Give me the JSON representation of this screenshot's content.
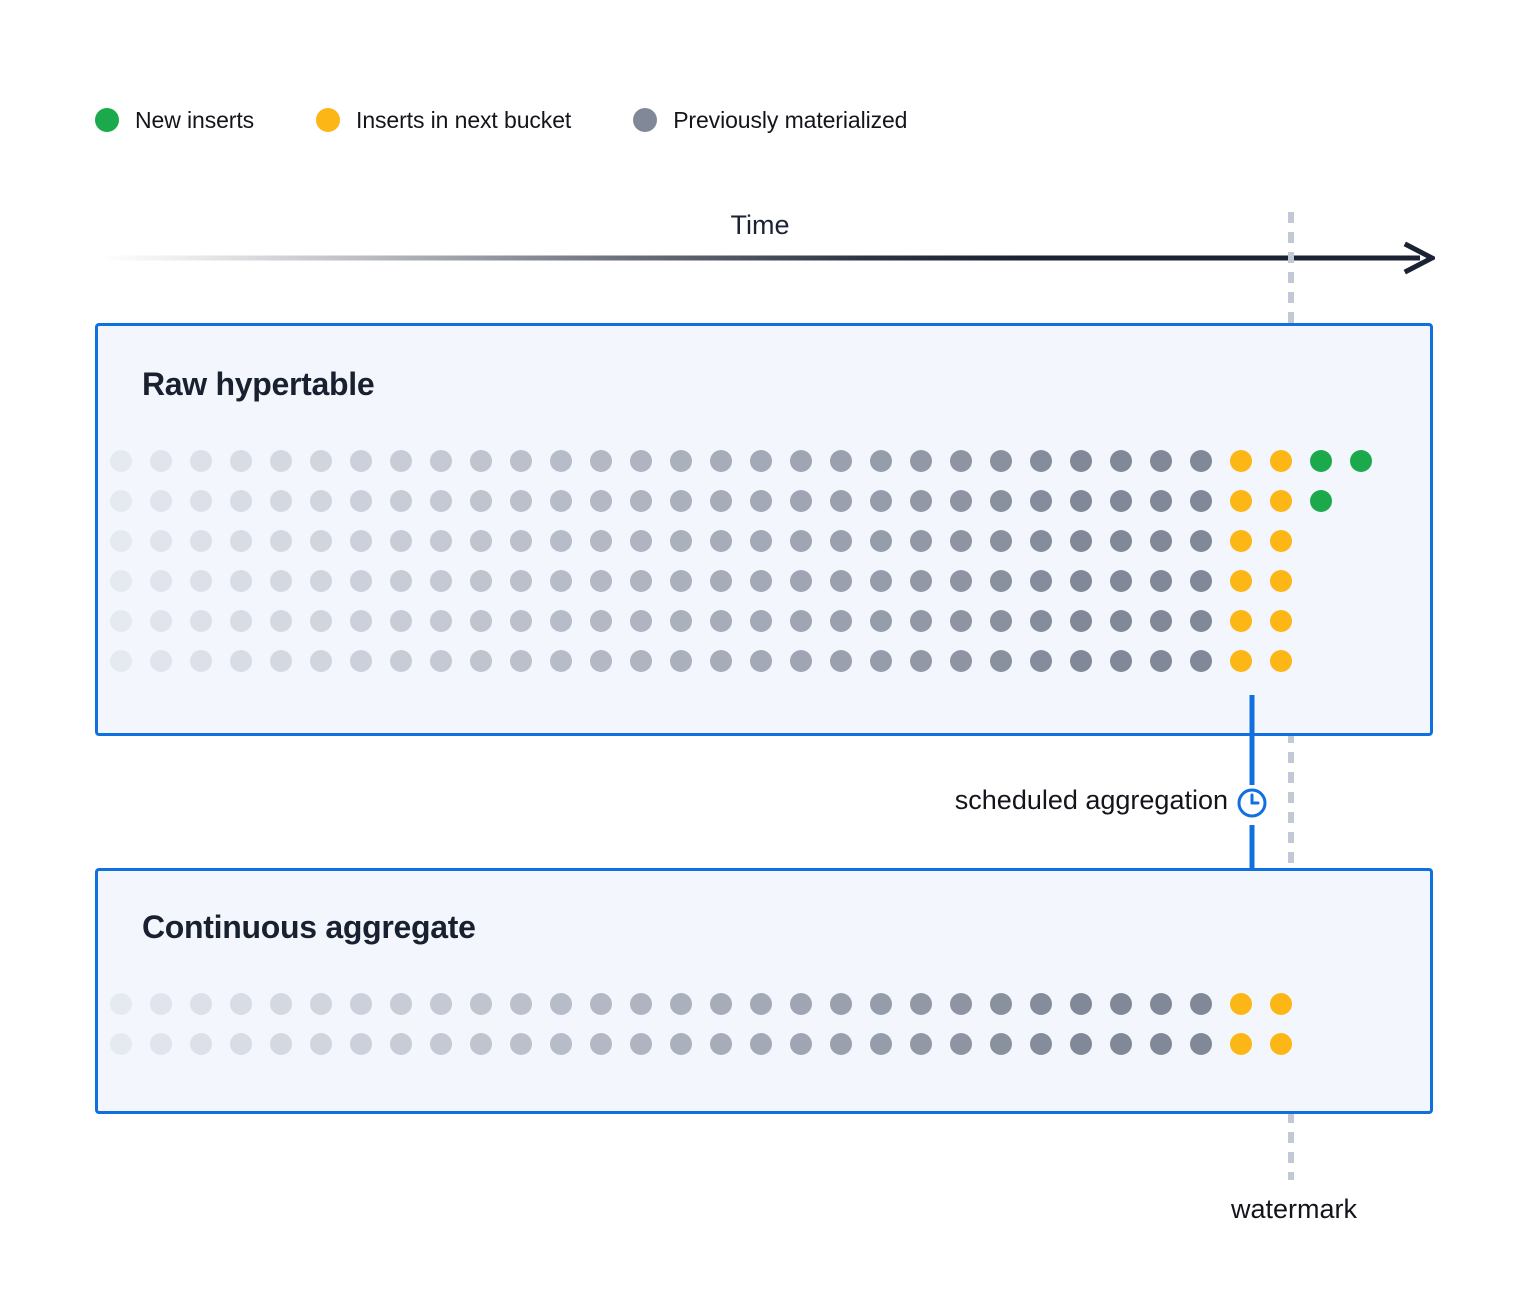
{
  "legend": {
    "items": [
      {
        "label": "New inserts",
        "color": "#1ba94c",
        "icon": "green-dot-icon"
      },
      {
        "label": "Inserts in next bucket",
        "color": "#fcb716",
        "icon": "orange-dot-icon"
      },
      {
        "label": "Previously materialized",
        "color": "#818897",
        "icon": "gray-dot-icon"
      }
    ]
  },
  "axis": {
    "time_label": "Time",
    "arrow_color": "#1a2233"
  },
  "watermark": {
    "label": "watermark",
    "line_color": "#c3c9d4"
  },
  "panels": [
    {
      "id": "raw",
      "title": "Raw hypertable",
      "border_color": "#1070e0",
      "fill_color": "#f3f6fd"
    },
    {
      "id": "cagg",
      "title": "Continuous aggregate",
      "border_color": "#1070e0",
      "fill_color": "#f3f6fd"
    }
  ],
  "aggregation": {
    "label": "scheduled aggregation",
    "icon": "clock-icon",
    "arrow_color": "#1070e0"
  },
  "chart_data": {
    "type": "scatter",
    "title": "Continuous aggregate materialization with watermark",
    "xlabel": "Time",
    "ylabel": "",
    "grid": false,
    "legend_position": "top-left",
    "colors": {
      "new_inserts": "#1ba94c",
      "next_bucket": "#fcb716",
      "materialized": "#818897"
    },
    "geometry": {
      "dot_diameter": 22,
      "col_spacing": 40,
      "row_spacing": 40,
      "first_col_x": 118,
      "watermark_x": 1291
    },
    "series": [
      {
        "name": "Raw hypertable",
        "rows": 6,
        "row_y": [
          458,
          498,
          538,
          578,
          618,
          658
        ],
        "columns": 28,
        "materialized_cols": 28,
        "next_bucket_cols": [
          28,
          29
        ],
        "new_insert_cells": [
          {
            "row": 0,
            "cols": [
              30,
              31
            ]
          },
          {
            "row": 1,
            "cols": [
              30
            ]
          }
        ],
        "fade": {
          "start_opacity": 0.12,
          "end_opacity": 1.0,
          "fade_cols": 24
        }
      },
      {
        "name": "Continuous aggregate",
        "rows": 2,
        "row_y": [
          1001,
          1041
        ],
        "columns": 28,
        "materialized_cols": 28,
        "next_bucket_cols": [
          28,
          29
        ],
        "new_insert_cells": [],
        "fade": {
          "start_opacity": 0.12,
          "end_opacity": 1.0,
          "fade_cols": 24
        }
      }
    ]
  }
}
